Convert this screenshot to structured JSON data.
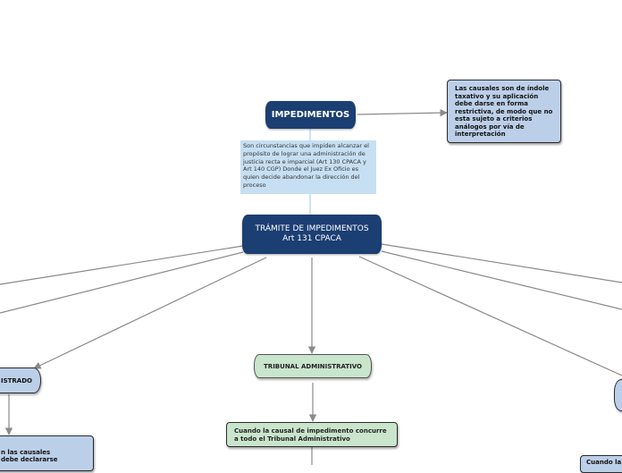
{
  "nodes": {
    "impedimentos": "IMPEDIMENTOS",
    "causales_note": "Las causales son de índole taxativo y su aplicación debe darse en forma restrictiva, de modo que no esta sujeto  a criterios análogos por vía de interpretación",
    "definition_note": "Son circunstancias que impiden alcanzar el propósito de lograr una administración de justicia recta e imparcial (Art 130 CPACA y Art 140 CGP) Donde el Juez Ex Oficio es quien decide abandonar la dirección del proceso",
    "tramite_line1": "TRÁMITE DE IMPEDIMENTOS",
    "tramite_line2": "Art 131 CPACA",
    "tribunal": "TRIBUNAL ADMINISTRATIVO",
    "tribunal_card": "Cuando la causal de impedimento concurre a todo el Tribunal Administrativo",
    "magistrado": "ISTRADO",
    "left_card": "n las causales\ndebe declararse",
    "right_card": "Cuando la"
  },
  "colors": {
    "dark_node": "#1b3e73",
    "blue_card": "#bccfe9",
    "green_card": "#c9e5cc",
    "note_fill": "#c7dff3",
    "edge": "#8a8a8a"
  }
}
